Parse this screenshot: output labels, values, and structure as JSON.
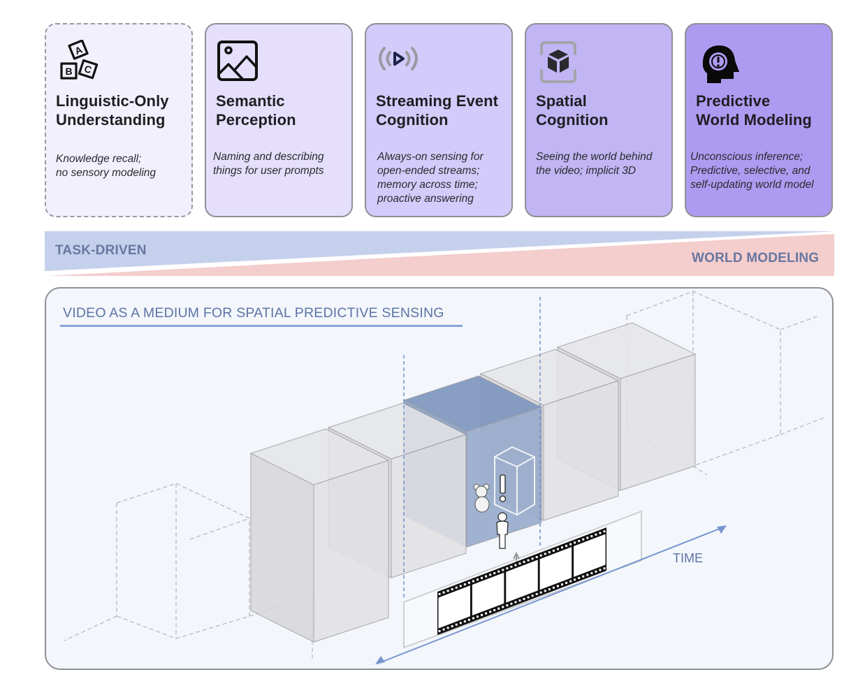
{
  "cards": [
    {
      "title": "Linguistic-Only\nUnderstanding",
      "description": "Knowledge recall;\nno sensory modeling",
      "icon": "abc-blocks-icon",
      "background": "#f3f0fd",
      "border_style": "dashed"
    },
    {
      "title": "Semantic\nPerception",
      "description": "Naming and describing\nthings for user prompts",
      "icon": "image-icon",
      "background": "#e5dffc",
      "border_style": "solid"
    },
    {
      "title": "Streaming Event\nCognition",
      "description": "Always-on sensing for\nopen-ended streams;\nmemory across time;\nproactive answering",
      "icon": "live-stream-play-icon",
      "background": "#d3cbf9",
      "border_style": "solid"
    },
    {
      "title": "Spatial\nCognition",
      "description": "Seeing the world behind\nthe video; implicit 3D",
      "icon": "3d-cube-icon",
      "background": "#c2b5f4",
      "border_style": "solid"
    },
    {
      "title": "Predictive\nWorld Modeling",
      "description": "Unconscious inference;\nPredictive, selective, and\nself-updating world model",
      "icon": "head-alert-icon",
      "background": "#ad9bf1",
      "border_style": "solid"
    }
  ],
  "spectrum": {
    "left_label": "TASK-DRIVEN",
    "right_label": "WORLD MODELING",
    "left_color": "#c5d0ec",
    "right_color": "#f4cdcd"
  },
  "panel": {
    "title": "VIDEO AS A MEDIUM FOR SPATIAL PREDICTIVE SENSING",
    "time_axis_label": "TIME",
    "highlight_color": "#7d95bd",
    "scene_blocks": 5,
    "highlighted_block_index": 2,
    "film_frames": 5
  }
}
